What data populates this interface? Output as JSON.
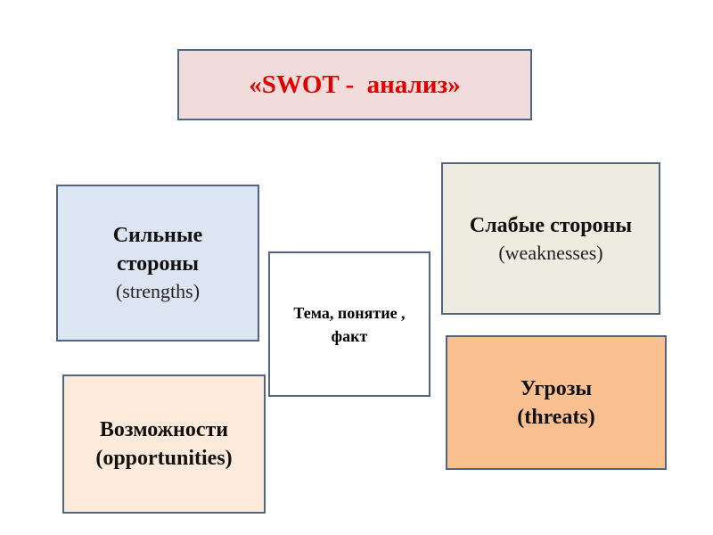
{
  "title": "«SWOT -  анализ»",
  "center": {
    "line1": "Тема, понятие ,",
    "line2": "факт"
  },
  "strengths": {
    "line1": "Сильные",
    "line2": "стороны",
    "line3": "(strengths)"
  },
  "weaknesses": {
    "line1": "Слабые стороны",
    "line2": "(weaknesses)"
  },
  "opportunities": {
    "line1": "Возможности",
    "line2": "(opportunities)"
  },
  "threats": {
    "line1": "Угрозы",
    "line2": "(threats)"
  },
  "colors": {
    "title_fill": "#f2dcdb",
    "title_text": "#e00000",
    "strengths_fill": "#dce6f2",
    "weaknesses_fill": "#eeece1",
    "opportunities_fill": "#fdeada",
    "threats_fill": "#fac090",
    "border": "#4f6587"
  }
}
